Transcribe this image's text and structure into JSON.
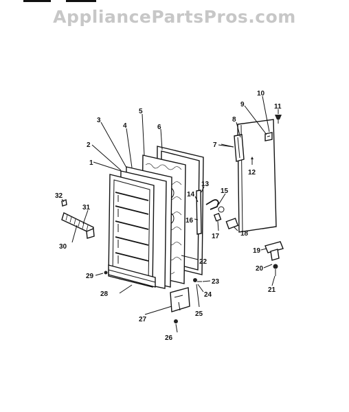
{
  "watermark": "AppliancePartsPros.com",
  "callouts": [
    {
      "id": "1",
      "text": "1"
    },
    {
      "id": "2",
      "text": "2"
    },
    {
      "id": "3",
      "text": "3"
    },
    {
      "id": "4",
      "text": "4"
    },
    {
      "id": "5",
      "text": "5"
    },
    {
      "id": "6",
      "text": "6"
    },
    {
      "id": "7",
      "text": "7"
    },
    {
      "id": "8",
      "text": "8"
    },
    {
      "id": "9",
      "text": "9"
    },
    {
      "id": "10",
      "text": "10"
    },
    {
      "id": "11",
      "text": "11"
    },
    {
      "id": "12",
      "text": "12"
    },
    {
      "id": "13",
      "text": "13"
    },
    {
      "id": "14",
      "text": "14"
    },
    {
      "id": "15",
      "text": "15"
    },
    {
      "id": "16",
      "text": "16"
    },
    {
      "id": "17",
      "text": "17"
    },
    {
      "id": "18",
      "text": "18"
    },
    {
      "id": "19",
      "text": "19"
    },
    {
      "id": "20",
      "text": "20"
    },
    {
      "id": "21",
      "text": "21"
    },
    {
      "id": "22",
      "text": "22"
    },
    {
      "id": "23",
      "text": "23"
    },
    {
      "id": "24",
      "text": "24"
    },
    {
      "id": "25",
      "text": "25"
    },
    {
      "id": "26",
      "text": "26"
    },
    {
      "id": "27",
      "text": "27"
    },
    {
      "id": "28",
      "text": "28"
    },
    {
      "id": "29",
      "text": "29"
    },
    {
      "id": "30",
      "text": "30"
    },
    {
      "id": "31",
      "text": "31"
    },
    {
      "id": "32",
      "text": "32"
    }
  ]
}
